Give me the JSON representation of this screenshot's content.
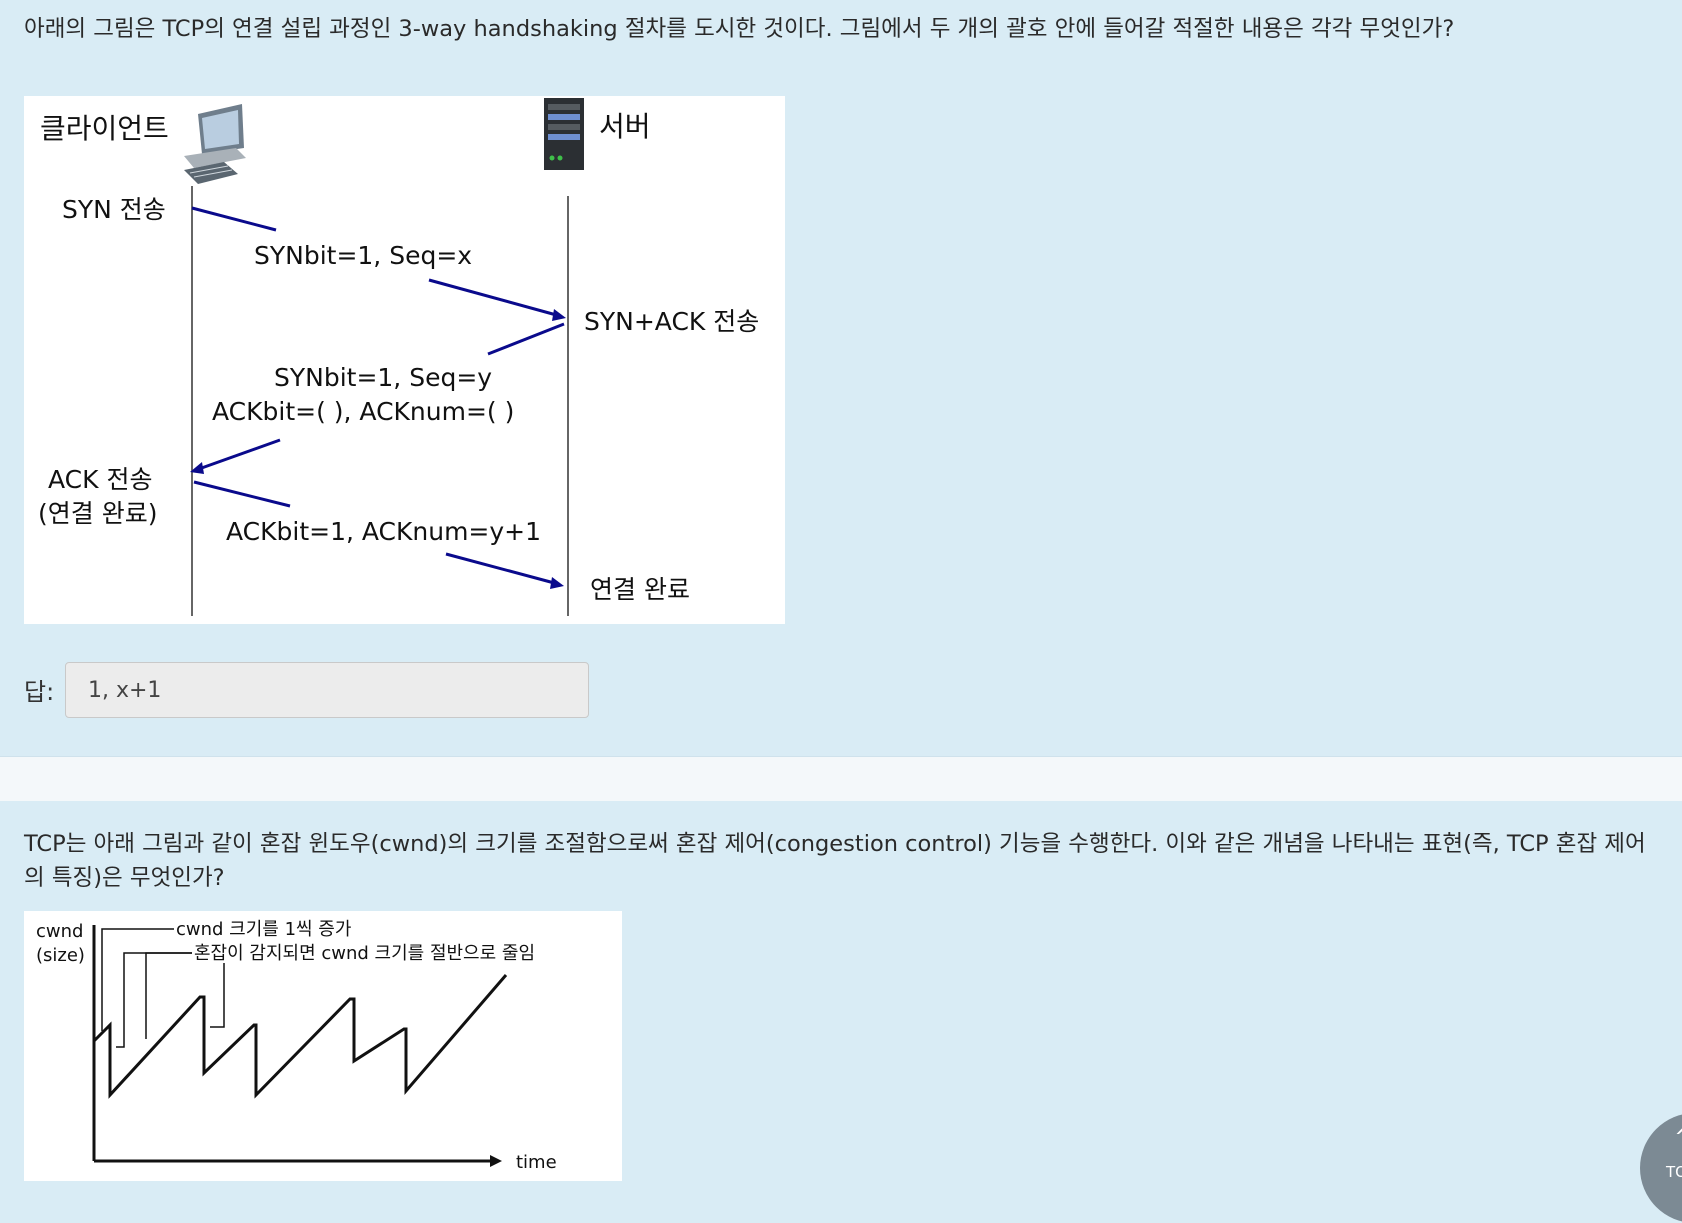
{
  "question1": {
    "text": "아래의 그림은 TCP의 연결 설립 과정인 3-way handshaking 절차를 도시한 것이다. 그림에서 두 개의 괄호 안에 들어갈 적절한 내용은 각각 무엇인가?",
    "diagram": {
      "client_label": "클라이언트",
      "server_label": "서버",
      "syn_send": "SYN 전송",
      "msg1": "SYNbit=1, Seq=x",
      "synack_send": "SYN+ACK 전송",
      "msg2_line1": "SYNbit=1, Seq=y",
      "msg2_line2": "ACKbit=(    ), ACKnum=(    )",
      "ack_send": "ACK 전송",
      "conn_done_client": "(연결 완료)",
      "msg3": "ACKbit=1, ACKnum=y+1",
      "conn_done_server": "연결 완료",
      "icons": [
        "computer-icon",
        "server-icon"
      ]
    },
    "answer_label": "답:",
    "answer_value": "1, x+1"
  },
  "question2": {
    "text": "TCP는 아래 그림과 같이 혼잡 윈도우(cwnd)의 크기를 조절함으로써 혼잡 제어(congestion control) 기능을 수행한다. 이와 같은 개념을 나타내는 표현(즉, TCP 혼잡 제어의 특징)은 무엇인가?",
    "chart": {
      "ylabel_line1": "cwnd",
      "ylabel_line2": "(size)",
      "xlabel": "time",
      "annotation_increase": "cwnd 크기를 1씩 증가",
      "annotation_halve": "혼잡이 감지되면 cwnd 크기를 절반으로 줄임"
    }
  },
  "top_button": {
    "label": "TOP",
    "icon": "chevron-up-icon"
  },
  "colors": {
    "background": "#d9ecf5",
    "arrow": "#0a0a8c",
    "figure_bg": "#ffffff"
  }
}
